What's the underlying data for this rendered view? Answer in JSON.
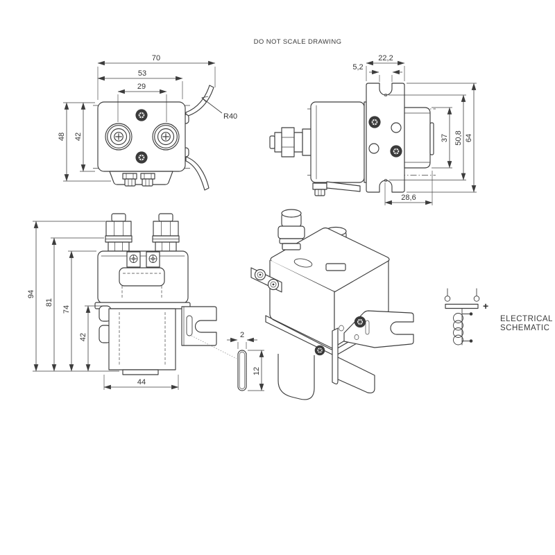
{
  "drawing": {
    "note": "DO NOT SCALE DRAWING",
    "colors": {
      "line": "#3c3c3c",
      "text": "#333333",
      "background": "#ffffff"
    },
    "views": {
      "top": {
        "dim_overall_width": "70",
        "dim_cover_width": "53",
        "dim_terminal_spacing": "29",
        "dim_overall_depth": "48",
        "dim_body_depth": "42",
        "dim_wire_bend_radius": "R40"
      },
      "side": {
        "dim_bracket_width": "22,2",
        "dim_slot_width": "5,2",
        "dim_body_depth": "37",
        "dim_mount_hole_spacing": "50,8",
        "dim_bracket_height": "64",
        "dim_hole_offset": "28,6"
      },
      "front": {
        "dim_overall_height": "94",
        "dim_height_to_washer": "81",
        "dim_height_to_cover": "74",
        "dim_lower_body_height": "42",
        "dim_base_width": "44"
      },
      "slot_detail": {
        "dim_slot_width": "2",
        "dim_slot_height": "12"
      }
    },
    "schematic": {
      "label_line1": "ELECTRICAL",
      "label_line2": "SCHEMATIC",
      "polarity_mark": "+"
    }
  }
}
